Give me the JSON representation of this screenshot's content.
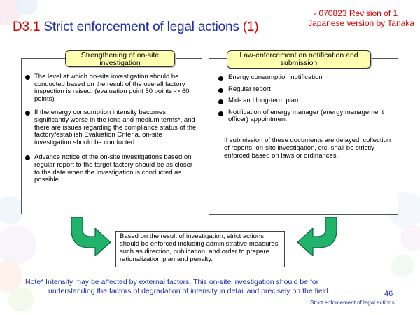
{
  "header": {
    "revision_line1": "- 070823 Revision of 1",
    "revision_line2": "Japanese version by Tanaka",
    "title_code": "D3.1",
    "title_text": " Strict enforcement of legal actions ",
    "title_suffix": "(1)"
  },
  "left_panel": {
    "header": "Strengthening of on-site investigation",
    "items": [
      "The level at which on-site investigation should be conducted based on the result of the overall factory inspection is raised. (evaluation point 50 points -> 60 points)",
      "If the energy consumption intensity becomes significantly worse in the long and medium terms*, and there are issues regarding the compliance status of the factory/establish Evaluation Criteria, on-site investigation should be conducted.",
      "Advance notice of the on-site investigations based on regular report to the target factory should be as closer to the date when the investigation is conducted as possible."
    ]
  },
  "right_panel": {
    "header": "Law-enforcement on notification and submission",
    "items": [
      "Energy consumption notification",
      "Regular report",
      "Mid- and long-term plan",
      "Notification of energy manager (energy management officer) appointment"
    ],
    "paragraph": "If submission of these documents are delayed, collection of reports, on-site investigation, etc. shall be strictly enforced based on laws or ordinances."
  },
  "result": {
    "text": "Based on the result of investigation, strict actions should be enforced including administrative measures such as direction, publication, and order to prepare rationalization plan and penalty."
  },
  "note": {
    "line1": "Note* Intensity may be affected by external factors. This on-site investigation should be for",
    "line2": "understanding the factors of degradation of intensity in detail and precisely on the field."
  },
  "footer": {
    "page_number": "46",
    "label": "Strict enforcement  of legal actions"
  },
  "colors": {
    "title_blue": "#1a2ca8",
    "accent_red": "#d60000",
    "header_fill": "#ffffb0",
    "arrow_green": "#21b36b"
  }
}
